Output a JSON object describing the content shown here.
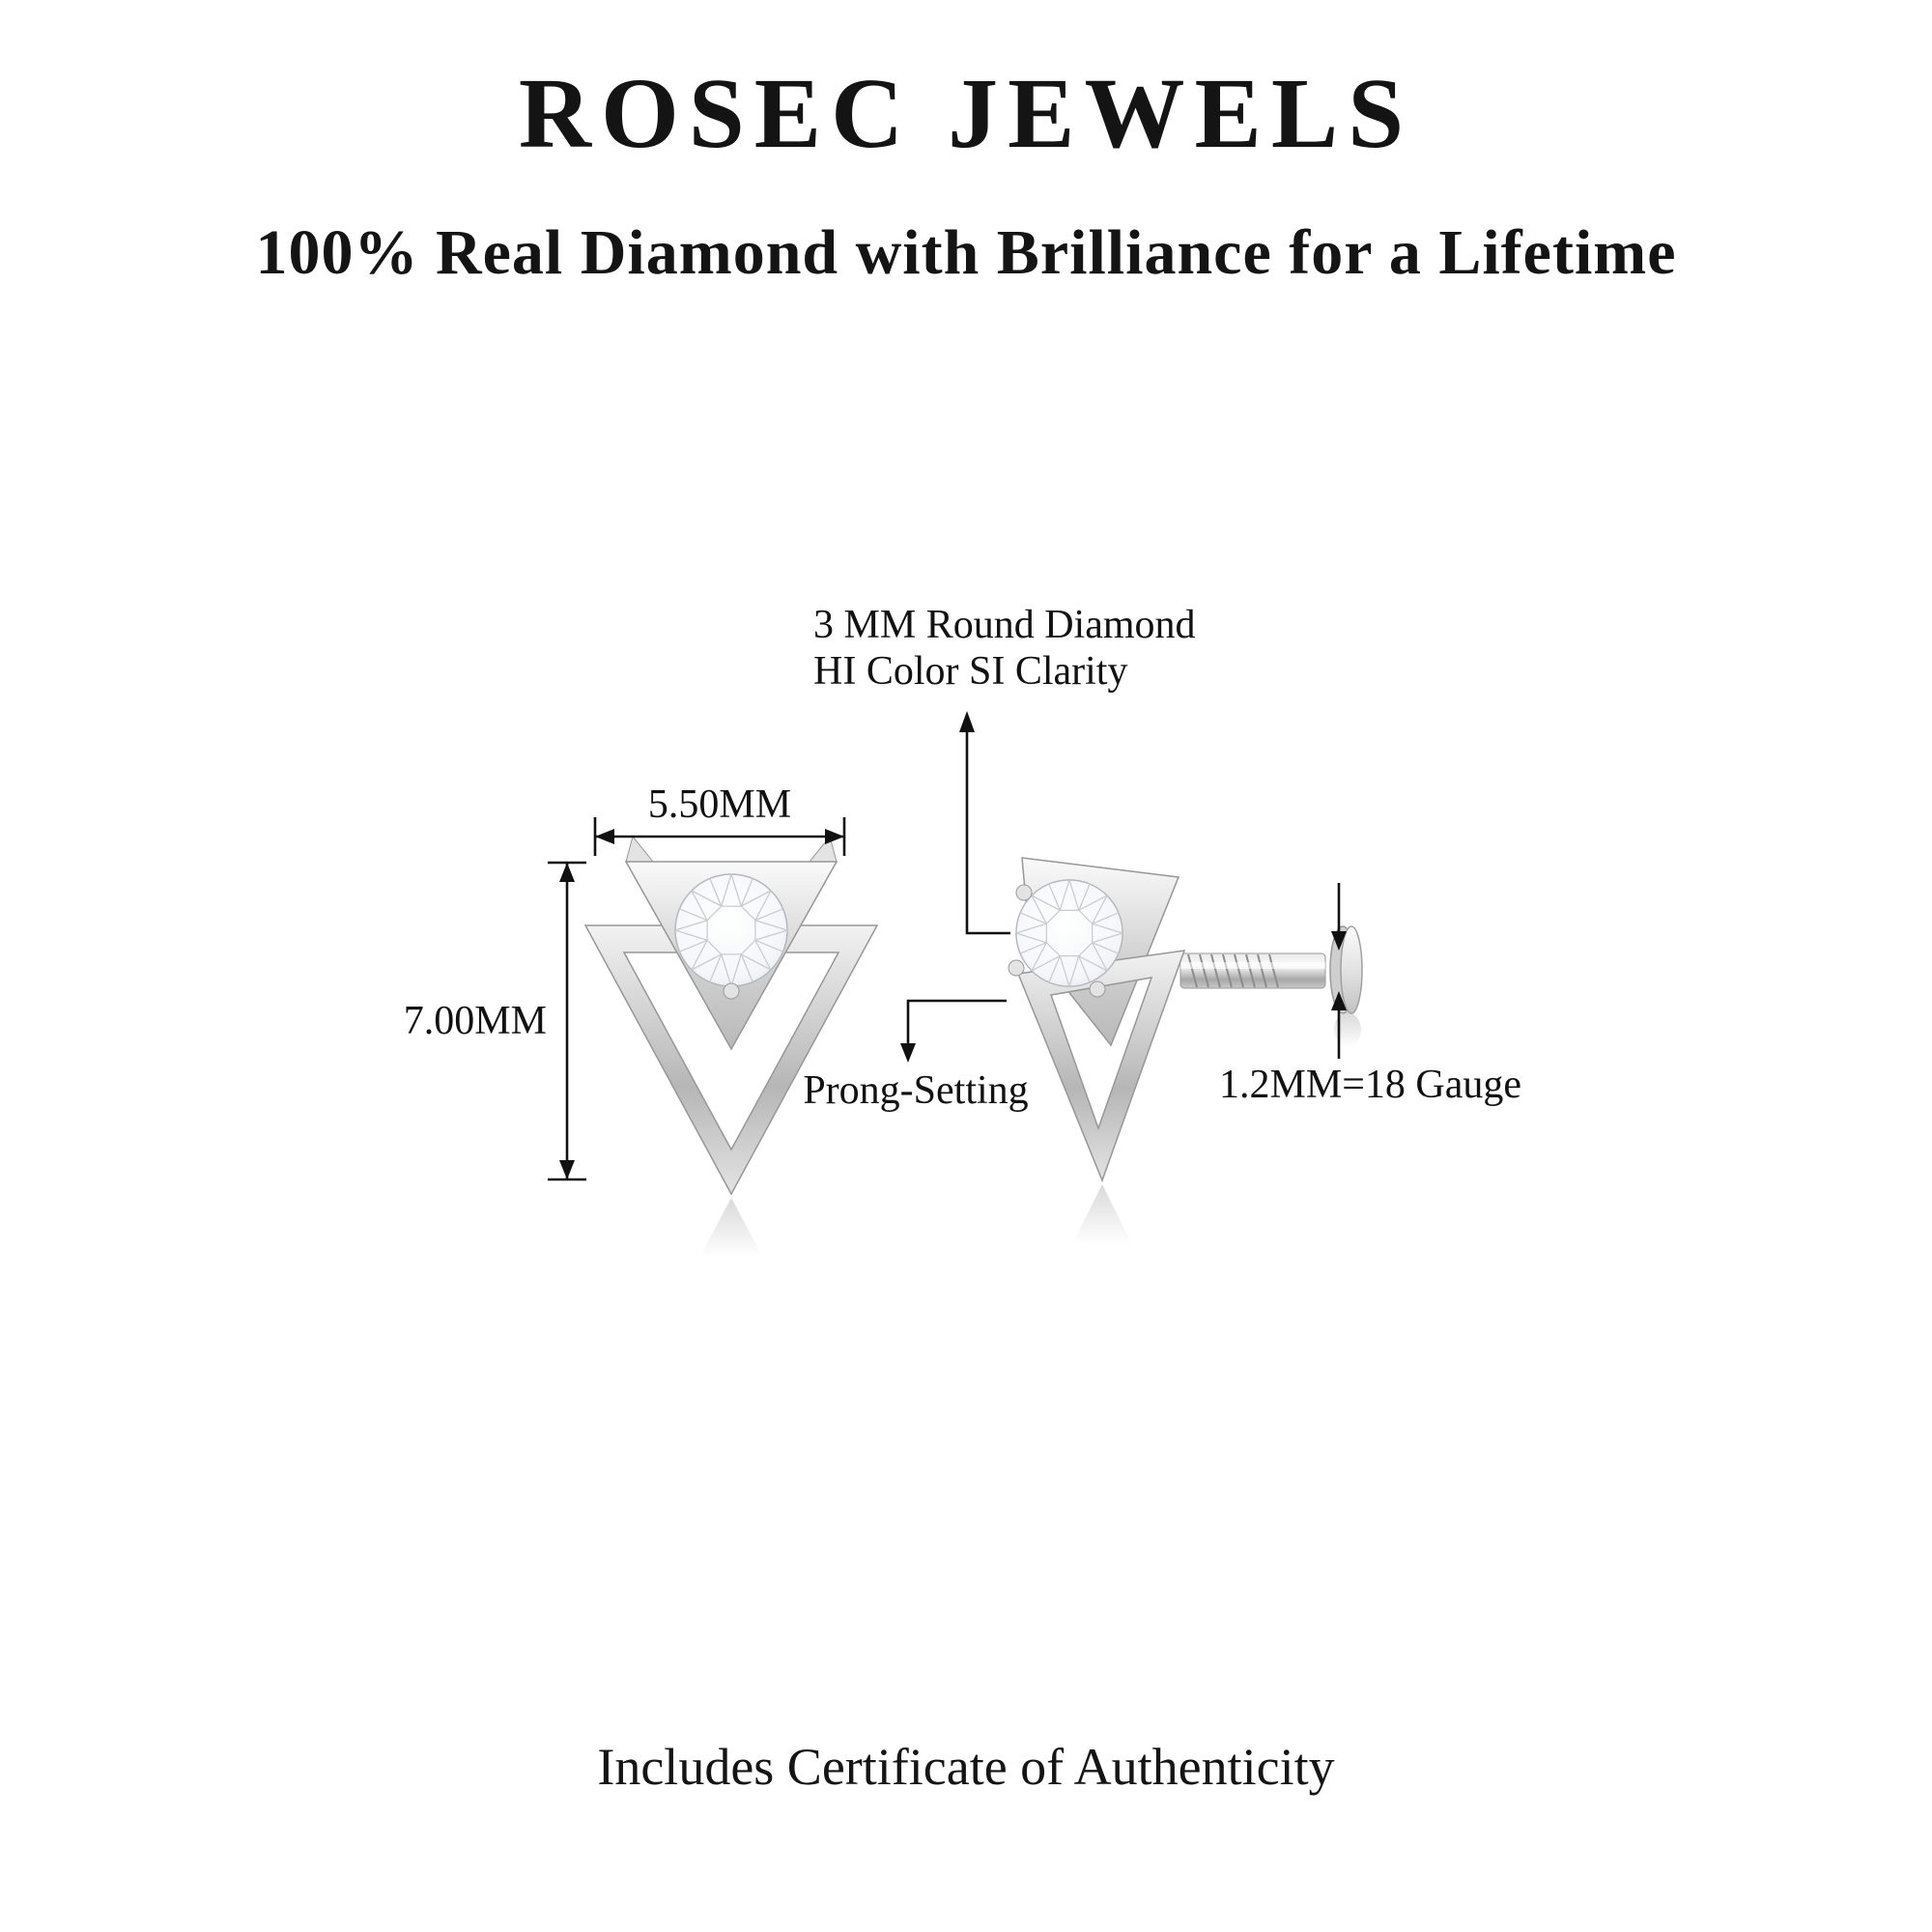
{
  "header": {
    "title": "ROSEC JEWELS",
    "subtitle": "100% Real Diamond with Brilliance for a Lifetime"
  },
  "diagram": {
    "stone_label_line1": "3 MM Round Diamond",
    "stone_label_line2": "HI Color SI Clarity",
    "width_dimension": "5.50MM",
    "height_dimension": "7.00MM",
    "setting_label": "Prong-Setting",
    "post_gauge_label": "1.2MM=18 Gauge"
  },
  "footer": {
    "certificate_note": "Includes Certificate of Authenticity"
  },
  "colors": {
    "text": "#141414",
    "annotation_line": "#111111",
    "metal_light": "#f2f2f2",
    "metal_dark": "#a8a8a8",
    "diamond_facet": "#c7cbd3"
  }
}
